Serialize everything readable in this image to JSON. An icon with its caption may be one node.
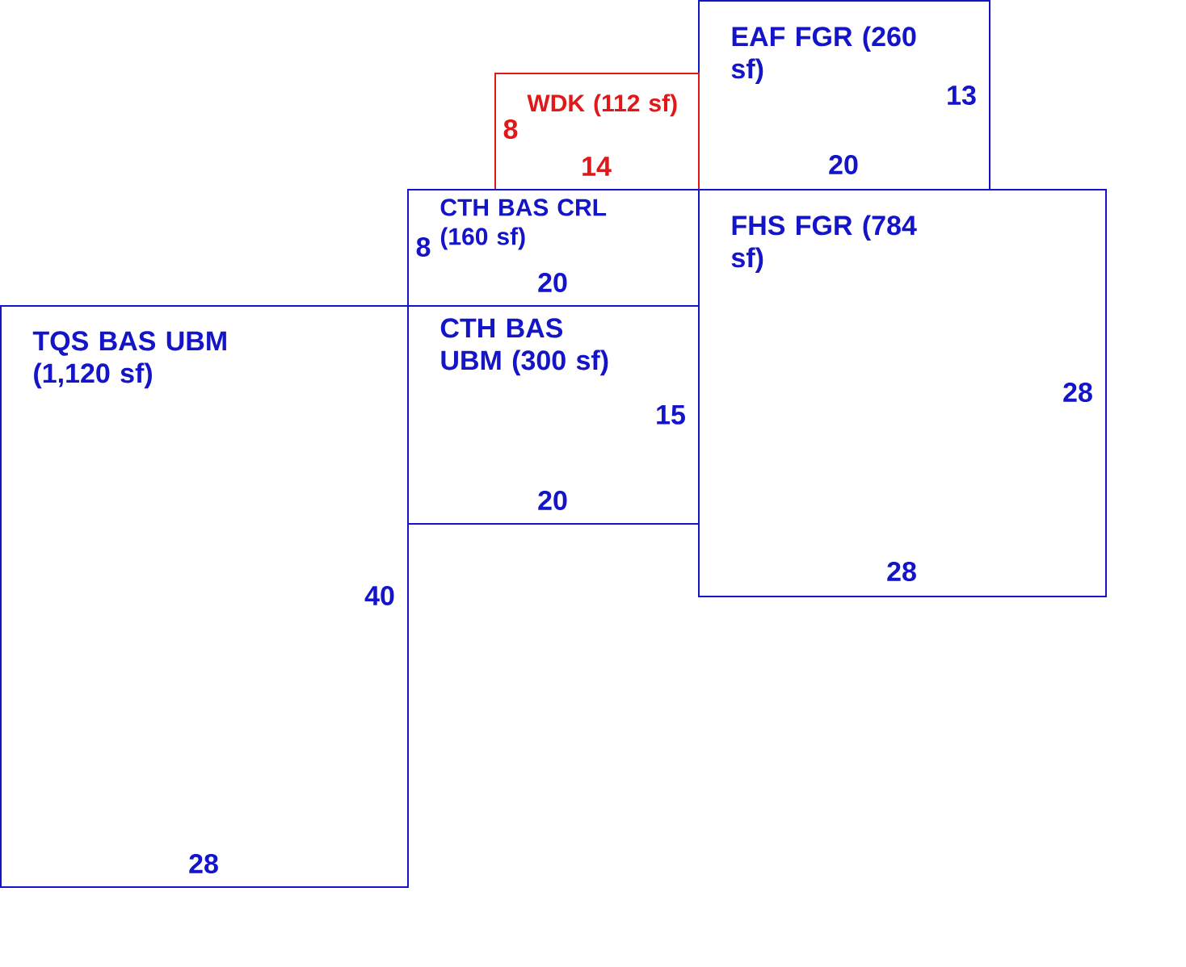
{
  "diagram": {
    "nodes": [
      {
        "text": [
          "EAF FGR (260 sf)"
        ]
      },
      {
        "text": [
          "WDK (112 sf)"
        ]
      },
      {
        "text": [
          "CTH BAS CRL (160 sf)"
        ]
      },
      {
        "text": [
          "FHS FGR (784 sf)"
        ]
      },
      {
        "text": [
          "TQS BAS UBM (1,120 sf)"
        ]
      },
      {
        "text": [
          "CTH BAS UBM (300 sf)"
        ]
      }
    ],
    "labels": [
      "13",
      "8",
      "14",
      "20",
      "8",
      "20",
      "28",
      "15",
      "20",
      "28",
      "40",
      "28"
    ]
  }
}
